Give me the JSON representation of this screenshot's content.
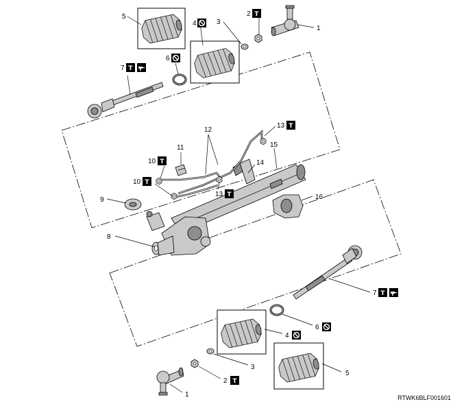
{
  "callouts": [
    {
      "id": "c1a",
      "text": "1"
    },
    {
      "id": "c1b",
      "text": "1"
    },
    {
      "id": "c2a",
      "text": "2"
    },
    {
      "id": "c2b",
      "text": "2"
    },
    {
      "id": "c3a",
      "text": "3"
    },
    {
      "id": "c3b",
      "text": "3"
    },
    {
      "id": "c4a",
      "text": "4"
    },
    {
      "id": "c4b",
      "text": "4"
    },
    {
      "id": "c5a",
      "text": "5"
    },
    {
      "id": "c5b",
      "text": "5"
    },
    {
      "id": "c6a",
      "text": "6"
    },
    {
      "id": "c6b",
      "text": "6"
    },
    {
      "id": "c7a",
      "text": "7"
    },
    {
      "id": "c7b",
      "text": "7"
    },
    {
      "id": "c8",
      "text": "8"
    },
    {
      "id": "c9",
      "text": "9"
    },
    {
      "id": "c10a",
      "text": "10"
    },
    {
      "id": "c10b",
      "text": "10"
    },
    {
      "id": "c11",
      "text": "11"
    },
    {
      "id": "c12",
      "text": "12"
    },
    {
      "id": "c13a",
      "text": "13"
    },
    {
      "id": "c13b",
      "text": "13"
    },
    {
      "id": "c14",
      "text": "14"
    },
    {
      "id": "c15",
      "text": "15"
    },
    {
      "id": "c16",
      "text": "16"
    }
  ],
  "badges": {
    "torque": "T",
    "no_reuse_icon": "prohibited-circle-slash",
    "grease_icon": "grease-gun"
  },
  "figure_code": "RTWK6BLF001601",
  "colors": {
    "line": "#000000",
    "part_fill": "#c9c9c9",
    "part_shadow": "#8d8d8d",
    "badge_fill": "#000000",
    "badge_text": "#ffffff"
  }
}
